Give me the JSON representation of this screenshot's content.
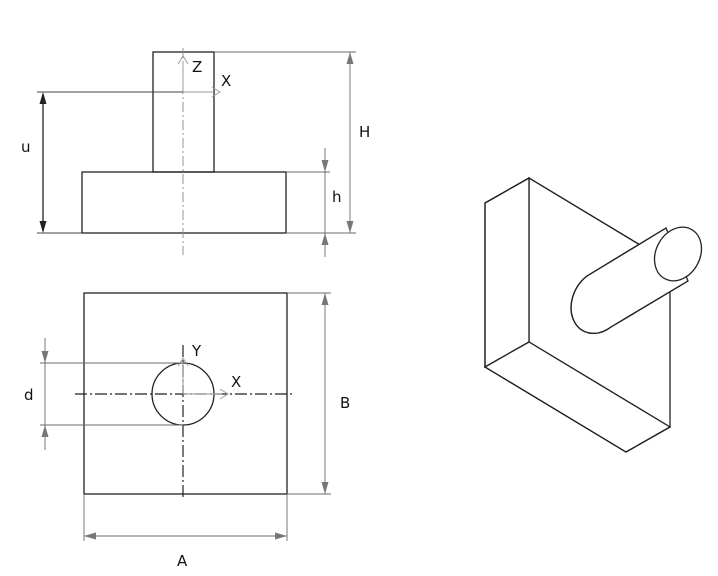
{
  "front_view": {
    "axis_z": "Z",
    "axis_x": "X",
    "dim_u": "u",
    "dim_h": "h",
    "dim_H": "H"
  },
  "top_view": {
    "axis_y": "Y",
    "axis_x": "X",
    "dim_d": "d",
    "dim_B": "B",
    "dim_A": "A"
  },
  "iso_view": {}
}
